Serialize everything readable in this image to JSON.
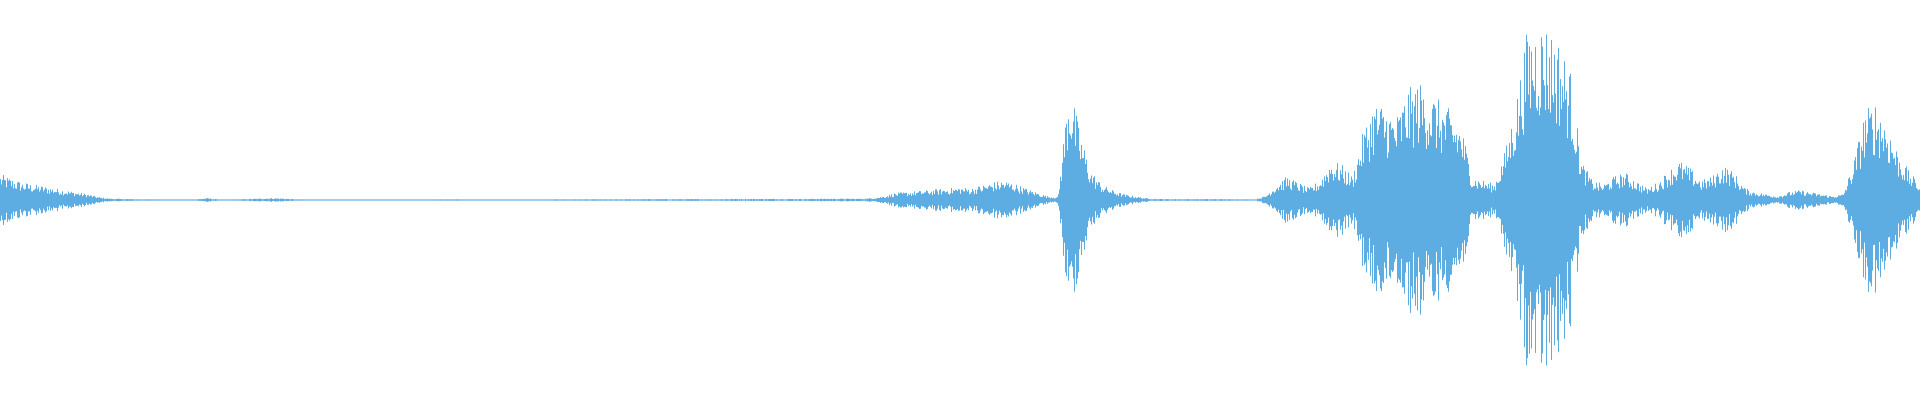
{
  "waveform": {
    "color": "#5DADE2",
    "background": "#ffffff",
    "amplitude_envelope": [
      0.13,
      0.11,
      0.09,
      0.08,
      0.07,
      0.06,
      0.05,
      0.04,
      0.03,
      0.015,
      0.008,
      0.006,
      0.005,
      0.004,
      0.004,
      0.003,
      0.003,
      0.003,
      0.004,
      0.01,
      0.003,
      0.003,
      0.004,
      0.006,
      0.008,
      0.01,
      0.008,
      0.004,
      0.003,
      0.003,
      0.003,
      0.003,
      0.003,
      0.003,
      0.003,
      0.003,
      0.003,
      0.003,
      0.003,
      0.003,
      0.003,
      0.004,
      0.004,
      0.003,
      0.003,
      0.003,
      0.003,
      0.003,
      0.003,
      0.003,
      0.003,
      0.004,
      0.004,
      0.004,
      0.004,
      0.004,
      0.004,
      0.004,
      0.005,
      0.005,
      0.005,
      0.005,
      0.005,
      0.005,
      0.005,
      0.005,
      0.005,
      0.006,
      0.006,
      0.006,
      0.006,
      0.006,
      0.006,
      0.006,
      0.006,
      0.007,
      0.007,
      0.007,
      0.007,
      0.007,
      0.01,
      0.02,
      0.035,
      0.04,
      0.045,
      0.05,
      0.055,
      0.06,
      0.065,
      0.06,
      0.075,
      0.09,
      0.1,
      0.085,
      0.06,
      0.04,
      0.02,
      0.015,
      0.6,
      0.35,
      0.15,
      0.08,
      0.05,
      0.03,
      0.02,
      0.01,
      0.006,
      0.005,
      0.005,
      0.005,
      0.005,
      0.005,
      0.005,
      0.004,
      0.004,
      0.003,
      0.02,
      0.08,
      0.12,
      0.09,
      0.06,
      0.1,
      0.2,
      0.18,
      0.12,
      0.35,
      0.5,
      0.48,
      0.42,
      0.55,
      0.6,
      0.56,
      0.5,
      0.45,
      0.38,
      0.12,
      0.1,
      0.08,
      0.25,
      0.5,
      0.85,
      0.9,
      0.88,
      0.8,
      0.65,
      0.2,
      0.1,
      0.08,
      0.12,
      0.14,
      0.1,
      0.06,
      0.09,
      0.15,
      0.2,
      0.16,
      0.1,
      0.12,
      0.18,
      0.14,
      0.06,
      0.04,
      0.03,
      0.02,
      0.04,
      0.05,
      0.04,
      0.03,
      0.02,
      0.03,
      0.2,
      0.45,
      0.5,
      0.4,
      0.25,
      0.15,
      0.08
    ]
  }
}
